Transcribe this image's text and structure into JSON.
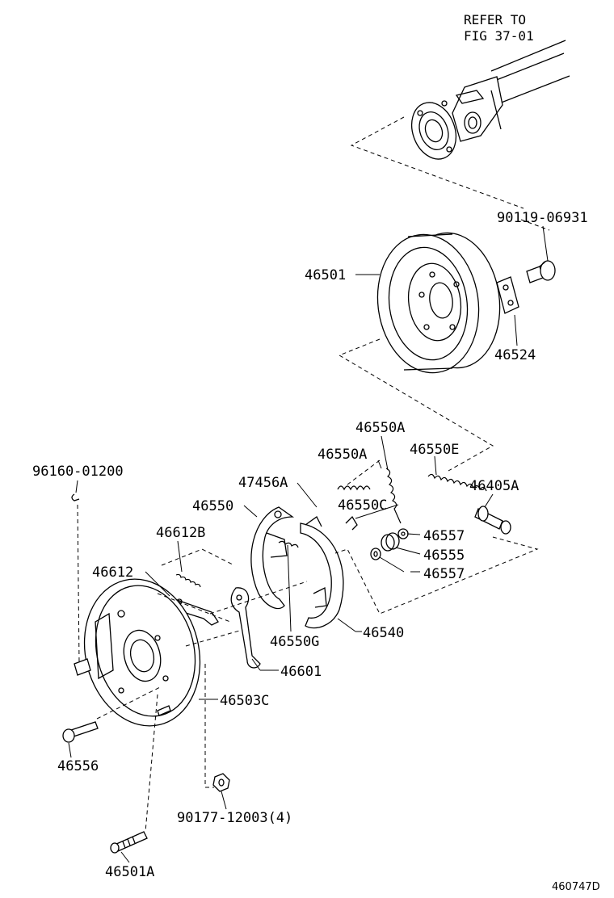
{
  "reference": {
    "line1": "REFER TO",
    "line2": "FIG 37-01"
  },
  "figure_number": "460747D",
  "callouts": {
    "bolt_90119": "90119-06931",
    "drum": "46501",
    "plate_46524": "46524",
    "spring_a_top": "46550A",
    "spring_e": "46550E",
    "spring_a_mid": "46550A",
    "pin_96160": "96160-01200",
    "spring_47456a": "47456A",
    "adjuster_46405a": "46405A",
    "shoe_46550": "46550",
    "clip_46550c": "46550C",
    "washer_46557_top": "46557",
    "spring_46612b": "46612B",
    "cup_46555": "46555",
    "washer_46557_bottom": "46557",
    "lever_46612": "46612",
    "shoe_46540": "46540",
    "spring_46550g": "46550G",
    "lever_46601": "46601",
    "backing_plate": "46503C",
    "bolt_46556": "46556",
    "nut_90177": "90177-12003(4)",
    "stud_46501a": "46501A"
  }
}
